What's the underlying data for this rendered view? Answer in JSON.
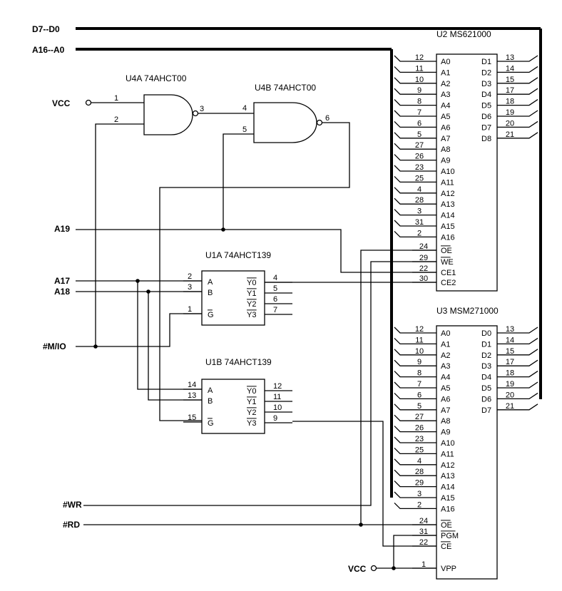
{
  "buses": {
    "data": "D7--D0",
    "address": "A16--A0"
  },
  "signals": {
    "a19": "A19",
    "a17": "A17",
    "a18": "A18",
    "m_io": "#M/IO",
    "wr": "#WR",
    "rd": "#RD",
    "vcc_top": "VCC",
    "vcc_bottom": "VCC"
  },
  "gates": {
    "u4a": {
      "title": "U4A 74AHCT00",
      "pin1": "1",
      "pin2": "2",
      "pin3": "3"
    },
    "u4b": {
      "title": "U4B 74AHCT00",
      "pin4": "4",
      "pin5": "5",
      "pin6": "6"
    }
  },
  "decoders": {
    "u1a": {
      "title": "U1A    74AHCT139",
      "inputs": [
        {
          "pin": "2",
          "name": "A"
        },
        {
          "pin": "3",
          "name": "B"
        },
        {
          "pin": "1",
          "name": "G"
        }
      ],
      "outputs": [
        {
          "pin": "4",
          "name": "Y0"
        },
        {
          "pin": "5",
          "name": "Y1"
        },
        {
          "pin": "6",
          "name": "Y2"
        },
        {
          "pin": "7",
          "name": "Y3"
        }
      ]
    },
    "u1b": {
      "title": "U1B    74AHCT139",
      "inputs": [
        {
          "pin": "14",
          "name": "A"
        },
        {
          "pin": "13",
          "name": "B"
        },
        {
          "pin": "15",
          "name": "G"
        }
      ],
      "outputs": [
        {
          "pin": "12",
          "name": "Y0"
        },
        {
          "pin": "11",
          "name": "Y1"
        },
        {
          "pin": "10",
          "name": "Y2"
        },
        {
          "pin": "9",
          "name": "Y3"
        }
      ]
    }
  },
  "u2": {
    "title": "U2   MS621000",
    "addr_pins": [
      {
        "pin": "12",
        "name": "A0"
      },
      {
        "pin": "11",
        "name": "A1"
      },
      {
        "pin": "10",
        "name": "A2"
      },
      {
        "pin": "9",
        "name": "A3"
      },
      {
        "pin": "8",
        "name": "A4"
      },
      {
        "pin": "7",
        "name": "A5"
      },
      {
        "pin": "6",
        "name": "A6"
      },
      {
        "pin": "5",
        "name": "A7"
      },
      {
        "pin": "27",
        "name": "A8"
      },
      {
        "pin": "26",
        "name": "A9"
      },
      {
        "pin": "23",
        "name": "A10"
      },
      {
        "pin": "25",
        "name": "A11"
      },
      {
        "pin": "4",
        "name": "A12"
      },
      {
        "pin": "28",
        "name": "A13"
      },
      {
        "pin": "3",
        "name": "A14"
      },
      {
        "pin": "31",
        "name": "A15"
      },
      {
        "pin": "2",
        "name": "A16"
      }
    ],
    "data_pins": [
      {
        "pin": "13",
        "name": "D1"
      },
      {
        "pin": "14",
        "name": "D2"
      },
      {
        "pin": "15",
        "name": "D3"
      },
      {
        "pin": "17",
        "name": "D4"
      },
      {
        "pin": "18",
        "name": "D5"
      },
      {
        "pin": "19",
        "name": "D6"
      },
      {
        "pin": "20",
        "name": "D7"
      },
      {
        "pin": "21",
        "name": "D8"
      }
    ],
    "ctrl_pins": [
      {
        "pin": "24",
        "name": "OE"
      },
      {
        "pin": "29",
        "name": "WE"
      },
      {
        "pin": "22",
        "name": "CE1"
      },
      {
        "pin": "30",
        "name": "CE2"
      }
    ]
  },
  "u3": {
    "title": "U3   MSM271000",
    "addr_pins": [
      {
        "pin": "12",
        "name": "A0"
      },
      {
        "pin": "11",
        "name": "A1"
      },
      {
        "pin": "10",
        "name": "A2"
      },
      {
        "pin": "9",
        "name": "A3"
      },
      {
        "pin": "8",
        "name": "A4"
      },
      {
        "pin": "7",
        "name": "A5"
      },
      {
        "pin": "6",
        "name": "A6"
      },
      {
        "pin": "5",
        "name": "A7"
      },
      {
        "pin": "27",
        "name": "A8"
      },
      {
        "pin": "26",
        "name": "A9"
      },
      {
        "pin": "23",
        "name": "A10"
      },
      {
        "pin": "25",
        "name": "A11"
      },
      {
        "pin": "4",
        "name": "A12"
      },
      {
        "pin": "28",
        "name": "A13"
      },
      {
        "pin": "29",
        "name": "A14"
      },
      {
        "pin": "3",
        "name": "A15"
      },
      {
        "pin": "2",
        "name": "A16"
      }
    ],
    "data_pins": [
      {
        "pin": "13",
        "name": "D0"
      },
      {
        "pin": "14",
        "name": "D1"
      },
      {
        "pin": "15",
        "name": "D2"
      },
      {
        "pin": "17",
        "name": "D3"
      },
      {
        "pin": "18",
        "name": "D4"
      },
      {
        "pin": "19",
        "name": "D5"
      },
      {
        "pin": "20",
        "name": "D6"
      },
      {
        "pin": "21",
        "name": "D7"
      }
    ],
    "ctrl_pins": [
      {
        "pin": "24",
        "name": "OE"
      },
      {
        "pin": "31",
        "name": "PGM"
      },
      {
        "pin": "22",
        "name": "CE"
      },
      {
        "pin": "1",
        "name": "VPP"
      }
    ]
  }
}
